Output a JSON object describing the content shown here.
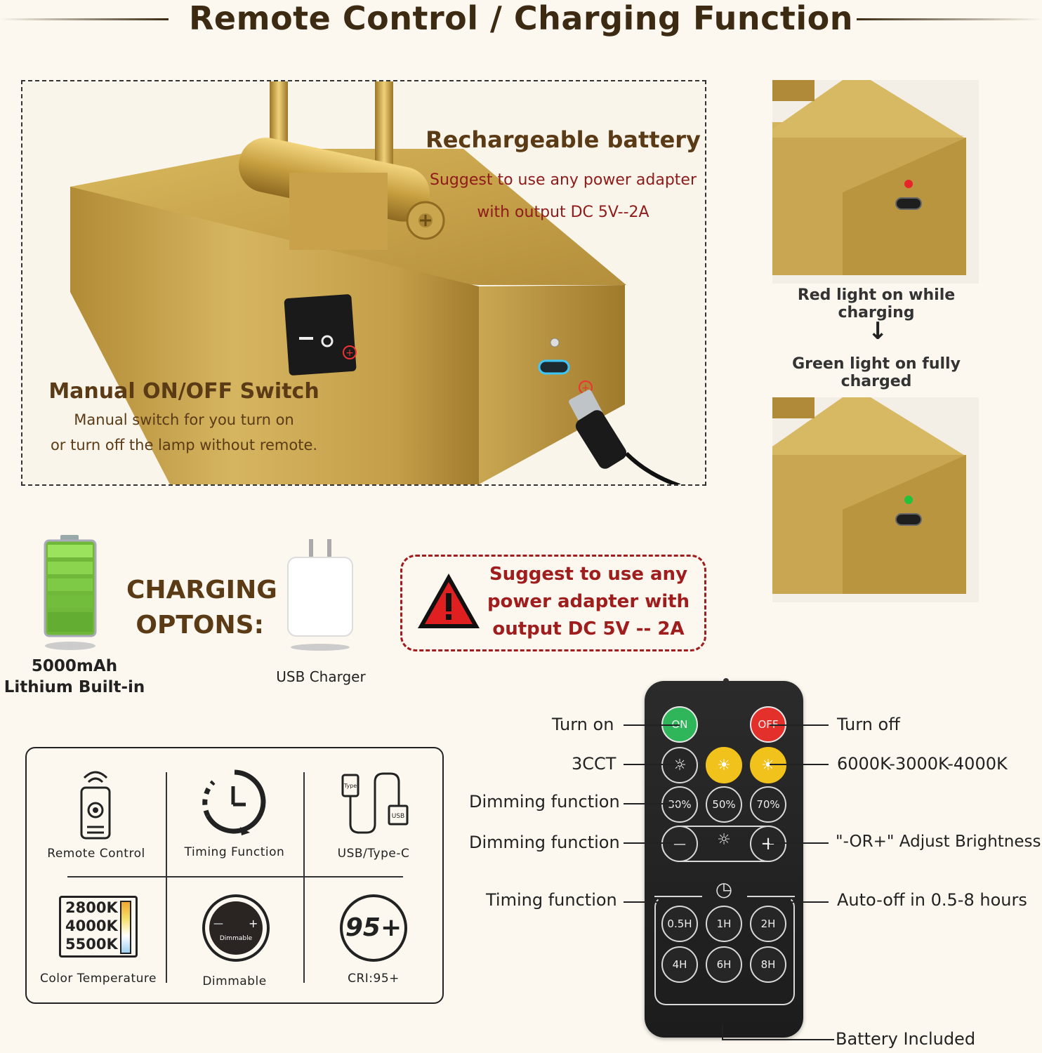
{
  "header": {
    "title": "Remote Control / Charging Function"
  },
  "main_panel": {
    "battery": {
      "heading": "Rechargeable battery",
      "line1": "Suggest to use any power adapter",
      "line2": "with output DC 5V--2A"
    },
    "switch": {
      "heading": "Manual ON/OFF Switch",
      "line1": "Manual switch for you turn on",
      "line2": "or turn off the lamp without remote.",
      "symbol_off": "—",
      "symbol_on": "O"
    }
  },
  "charging_indicator": {
    "red_label": "Red light on while charging",
    "arrow": "↓",
    "green_label": "Green light on fully charged",
    "colors": {
      "red": "#e8242b",
      "green": "#23c23a"
    }
  },
  "charging_options": {
    "battery_line1": "5000mAh",
    "battery_line2": "Lithium Built-in",
    "heading_line1": "CHARGING",
    "heading_line2": "OPTONS:",
    "charger_label": "USB Charger",
    "warning": {
      "line1": "Suggest to use any",
      "line2": "power adapter with",
      "line3": "output DC 5V -- 2A",
      "icon": "!"
    }
  },
  "features": [
    {
      "label": "Remote Control",
      "icon": "remote-icon"
    },
    {
      "label": "Timing Function",
      "icon": "clock-icon"
    },
    {
      "label": "USB/Type-C",
      "icon": "usb-cable-icon"
    },
    {
      "label": "Color Temperature",
      "icon": "color-temperature-icon",
      "temps": [
        "2800K",
        "4000K",
        "5500K"
      ]
    },
    {
      "label": "Dimmable",
      "icon": "dimmer-knob-icon",
      "knob_text": "Dimmable",
      "minus": "—",
      "plus": "+"
    },
    {
      "label": "CRI:95+",
      "icon": "cri-icon",
      "badge": "95+"
    }
  ],
  "remote": {
    "left_labels": {
      "turn_on": "Turn on",
      "cct": "3CCT",
      "dim1": "Dimming function",
      "dim2": "Dimming function",
      "timing": "Timing function"
    },
    "right_labels": {
      "turn_off": "Turn off",
      "cct": "6000K-3000K-4000K",
      "adjust": "\"-OR+\" Adjust Brightness",
      "auto_off": "Auto-off in 0.5-8 hours",
      "battery": "Battery Included"
    },
    "buttons": {
      "on": "ON",
      "off": "OFF",
      "p30": "30%",
      "p50": "50%",
      "p70": "70%",
      "minus": "—",
      "plus": "+",
      "t05": "0.5H",
      "t1": "1H",
      "t2": "2H",
      "t4": "4H",
      "t6": "6H",
      "t8": "8H"
    },
    "colors": {
      "on": "#2fb55a",
      "off": "#e3302b",
      "warm": "#f2c21c"
    }
  }
}
